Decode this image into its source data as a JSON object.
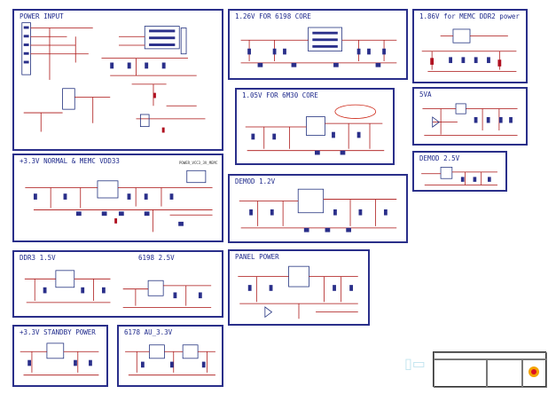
{
  "panels": {
    "power_input": {
      "title": "POWER INPUT"
    },
    "core_126": {
      "title": "1.26V FOR 6198 CORE"
    },
    "memc_186": {
      "title": "1.86V for MEMC DDR2 power"
    },
    "core_105": {
      "title": "1.05V FOR 6M30 CORE"
    },
    "va5": {
      "title": "5VA"
    },
    "normal_33": {
      "title": "+3.3V NORMAL & MEMC VDD33",
      "sublabel": "POWER_VCC3_3V_MEMC"
    },
    "demod_25": {
      "title": "DEMOD 2.5V"
    },
    "demod_12": {
      "title": "DEMOD 1.2V"
    },
    "ddr3": {
      "title": "DDR3 1.5V",
      "title2": "6198 2.5V"
    },
    "panel_power": {
      "title": "PANEL POWER"
    },
    "standby": {
      "title": "+3.3V STANDBY POWER"
    },
    "au_33": {
      "title": "6178 AU_3.3V"
    }
  },
  "colors": {
    "border": "#2a2f8a",
    "wire": "#a11",
    "title": "#1f2a8c"
  }
}
